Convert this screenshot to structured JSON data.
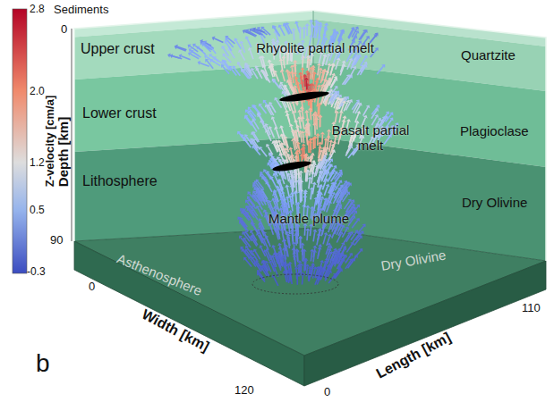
{
  "diagram": {
    "labels": [
      "Z-velocity [cm/a]",
      "2.8",
      "2.0",
      "1.2",
      "0.5",
      "-0.3",
      "Sediments",
      "0",
      "Depth [km]",
      "90",
      "Upper crust",
      "Lower crust",
      "Lithosphere",
      "Rhyolite partial melt",
      "Basalt partial melt",
      "Mantle plume",
      "Quartzite",
      "Plagioclase",
      "Dry Olivine",
      "Asthenosphere",
      "Dry Olivine",
      "0",
      "Width [km]",
      "120",
      "0",
      "Length [km]",
      "110",
      "b"
    ]
  }
}
